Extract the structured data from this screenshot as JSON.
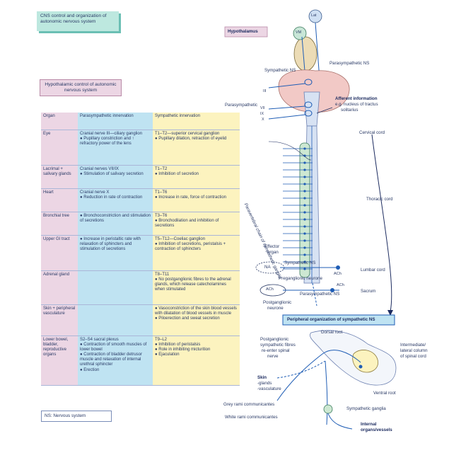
{
  "title": "CNS control and organization of autonomic nervous system",
  "hypothalamic_box": "Hypothalamic control of autonomic nervous system",
  "legend_note": "NS: Nervous system",
  "table": {
    "headers": [
      "Organ",
      "Parasympathetic innervation",
      "Sympathetic innervation"
    ],
    "rows": [
      {
        "organ": "Eye",
        "para": "Cranial nerve III—ciliary ganglion\n● Pupillary constriction and ↑ refractory power of the lens",
        "symp": "T1–T2—superior cervical ganglion\n● Pupillary dilation, retraction of eyelid"
      },
      {
        "organ": "Lacrimal + salivary glands",
        "para": "Cranial nerves VII/IX\n● Stimulation of salivary secretion",
        "symp": "T1–T2\n● Inhibition of secretion"
      },
      {
        "organ": "Heart",
        "para": "Cranial nerve X\n● Reduction in rate of contraction",
        "symp": "T1–T6\n● Increase in rate, force of contraction"
      },
      {
        "organ": "Bronchial tree",
        "para": "● Bronchoconstriction and stimulation of secretions",
        "symp": "T3–T6\n● Bronchodilation and inhibition of secretions"
      },
      {
        "organ": "Upper GI tract",
        "para": "● Increase in peristaltic rate with relaxation of sphincters and stimulation of secretions",
        "symp": "T5–T12—Coeliac ganglion\n● Inhibition of secretions, peristalsis + contraction of sphincters"
      },
      {
        "organ": "Adrenal gland",
        "para": "",
        "symp": "T8–T11\n● No postganglionic fibres to the adrenal glands, which release catecholamines when stimulated"
      },
      {
        "organ": "Skin + peripheral vasculature",
        "para": "",
        "symp": "● Vasoconstriction of the skin blood vessels with dilatation of blood vessels in muscle\n● Piloerection and sweat secretion"
      },
      {
        "organ": "Lower bowel, bladder, reproductive organs",
        "para": "S2–S4 sacral plexus\n● Contraction of smooth muscles of lower bowel\n● Contraction of bladder detrusor muscle and relaxation of internal urethral sphincter\n● Erection",
        "symp": "T9–L2\n● Inhibition of peristalsis\n● Role in inhibiting micturition\n● Ejaculation"
      }
    ]
  },
  "diagram": {
    "hypothalamus": "Hypothalamus",
    "lat": "Lat",
    "vm": "VM",
    "sympathetic_ns": "Sympathetic NS",
    "parasympathetic_ns": "Parasympathetic NS",
    "parasympathetic": "Parasympathetic",
    "afferent_title": "Afferent information",
    "afferent_sub1": "e.g. nucleus of tractus",
    "afferent_sub2": "solitarius",
    "cn_iii": "III",
    "cn_vii": "VII",
    "cn_ix": "IX",
    "cn_x": "X",
    "cervical_cord": "Cervical cord",
    "thoracic_cord": "Thoracic cord",
    "lumbar_cord": "Lumbar cord",
    "sacrum": "Sacrum",
    "chain_label": "Paravertebral chain of sympathetic ganglia",
    "effector_1": "Effector",
    "effector_2": "organ",
    "na": "NA",
    "ach": "ACh",
    "sympathetic_ns_2": "Sympathetic NS",
    "preganglionic": "Preganglionic neurone",
    "parasympathetic_ns_2": "Parasympathetic NS",
    "postganglionic_1": "Postganglionic",
    "postganglionic_2": "neurone",
    "peripheral_title": "Peripheral organization of sympathetic NS",
    "dorsal_root": "Dorsal root",
    "post_fibres_1": "Postganglionic",
    "post_fibres_2": "sympathetic fibres",
    "post_fibres_3": "re-enter spinal",
    "post_fibres_4": "nerve",
    "intermediolateral_1": "Intermediate/",
    "intermediolateral_2": "lateral column",
    "intermediolateral_3": "of spinal cord",
    "skin_1": "Skin",
    "skin_2": "-glands",
    "skin_3": "-vasculature",
    "ventral_root": "Ventral root",
    "grey_rami": "Grey rami communicantes",
    "white_rami": "White rami communicantes",
    "sympathetic_ganglia": "Sympathetic ganglia",
    "internal_1": "Internal",
    "internal_2": "organs/vessels"
  },
  "colors": {
    "title_bg": "#bde8df",
    "pink": "#ecd6e4",
    "blue": "#bfe3f2",
    "yellow": "#fcf3bf",
    "brain": "#f2c9c6",
    "cord": "#d7e2f3",
    "chain": "#cde8d2",
    "accent_blue": "#1f5db5",
    "ink": "#2a3a66"
  }
}
